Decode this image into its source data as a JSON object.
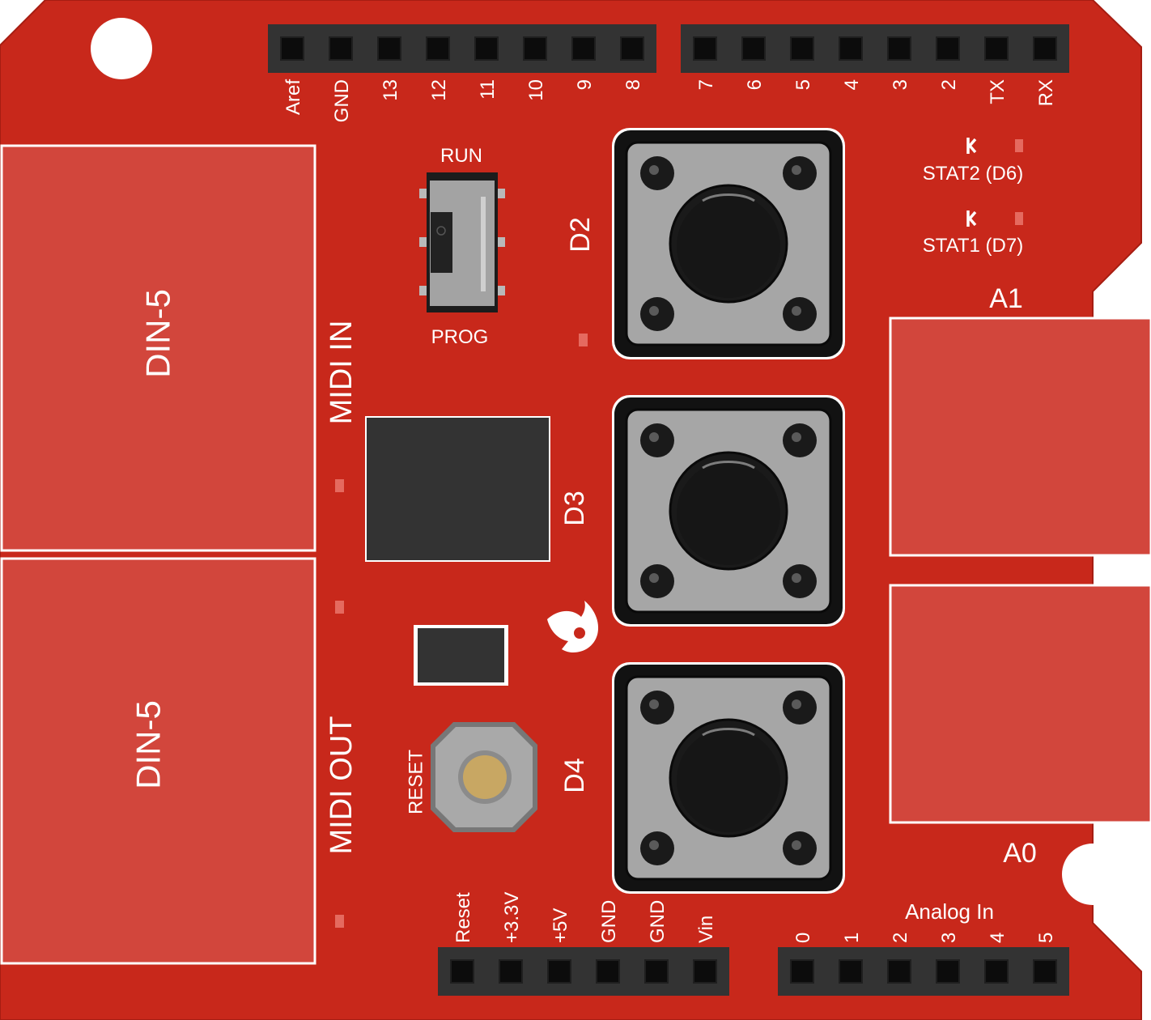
{
  "colors": {
    "board": "#c8281b",
    "board_edge": "#a61d12",
    "pad_fill": "#d2463c",
    "pad_edge": "#ffffff",
    "header": "#333333",
    "header_pin": "#0c0c0c",
    "button_body": "#121212",
    "button_face": "#a6a6a6",
    "button_cap": "#1a1a1a",
    "reset_cap": "#c8a763",
    "label": "#ffffff"
  },
  "connectors": {
    "midi_in": {
      "pad_label": "DIN-5",
      "title": "MIDI IN"
    },
    "midi_out": {
      "pad_label": "DIN-5",
      "title": "MIDI OUT"
    }
  },
  "headers": {
    "digital_high": [
      "Aref",
      "GND",
      "13",
      "12",
      "11",
      "10",
      "9",
      "8"
    ],
    "digital_low": [
      "7",
      "6",
      "5",
      "4",
      "3",
      "2",
      "TX",
      "RX"
    ],
    "power": [
      "Reset",
      "+3.3V",
      "+5V",
      "GND",
      "GND",
      "Vin"
    ],
    "analog": [
      "0",
      "1",
      "2",
      "3",
      "4",
      "5"
    ],
    "analog_title": "Analog In"
  },
  "switch": {
    "top_label": "RUN",
    "bottom_label": "PROG"
  },
  "buttons": {
    "d2": "D2",
    "d3": "D3",
    "d4": "D4",
    "reset": "RESET"
  },
  "leds": {
    "stat2": "STAT2 (D6)",
    "stat1": "STAT1 (D7)"
  },
  "pots": {
    "a1": "A1",
    "a0": "A0"
  }
}
